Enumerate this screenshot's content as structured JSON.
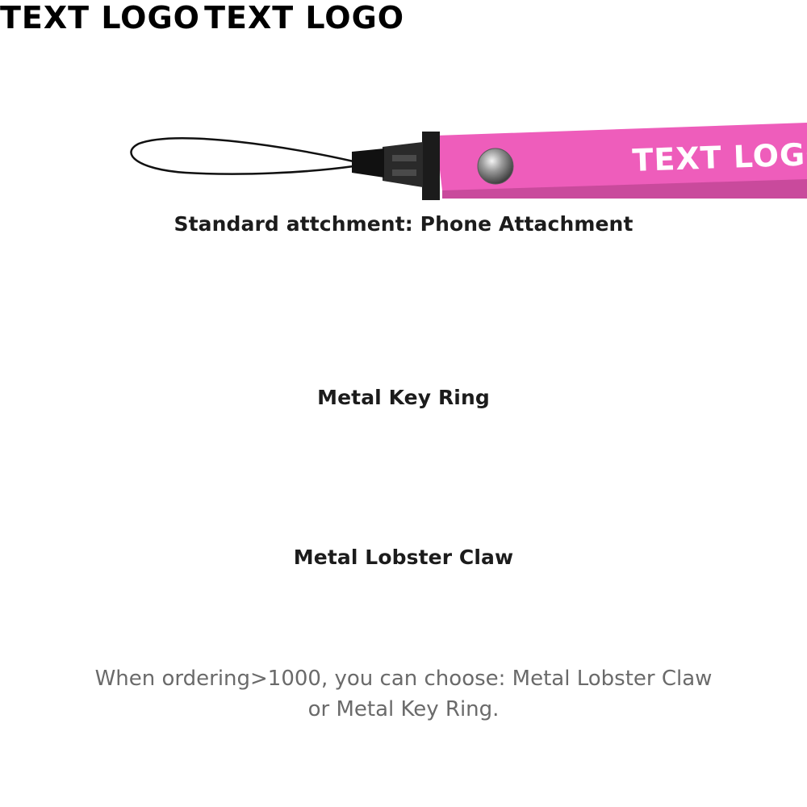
{
  "colors": {
    "strap": "#ee5dbb",
    "strap_shadow": "#c94a9c",
    "caption_text": "#1c1c1c",
    "note_text": "#6a6a6a"
  },
  "items": [
    {
      "strap_logo": "TEXT LOGO",
      "caption": "Standard attchment: Phone Attachment",
      "attachment_icon": "phone-attachment-icon"
    },
    {
      "strap_logo": "TEXT LOGO",
      "caption": "Metal Key Ring",
      "attachment_icon": "key-ring-icon"
    },
    {
      "strap_logo": "TEXT LOGO",
      "caption": "Metal Lobster Claw",
      "attachment_icon": "lobster-claw-icon"
    }
  ],
  "note": {
    "line1": "When ordering>1000, you can choose: Metal Lobster Claw",
    "line2": "or Metal Key Ring."
  }
}
